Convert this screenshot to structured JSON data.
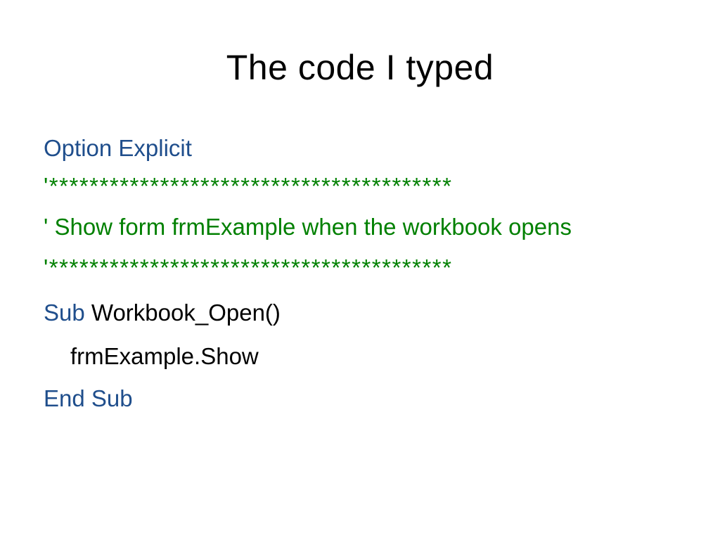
{
  "slide": {
    "title": "The code I typed",
    "lines": {
      "option_explicit": "Option Explicit",
      "stars_top": "'****************************************",
      "comment": "' Show form frmExample when the workbook opens",
      "stars_bottom": "'****************************************",
      "sub_keyword": "Sub",
      "sub_name": " Workbook_Open()",
      "body": "frmExample.Show",
      "end_sub": "End Sub"
    }
  },
  "colors": {
    "keyword": "#1f4e8c",
    "comment": "#008000",
    "text": "#000000",
    "background": "#ffffff"
  }
}
